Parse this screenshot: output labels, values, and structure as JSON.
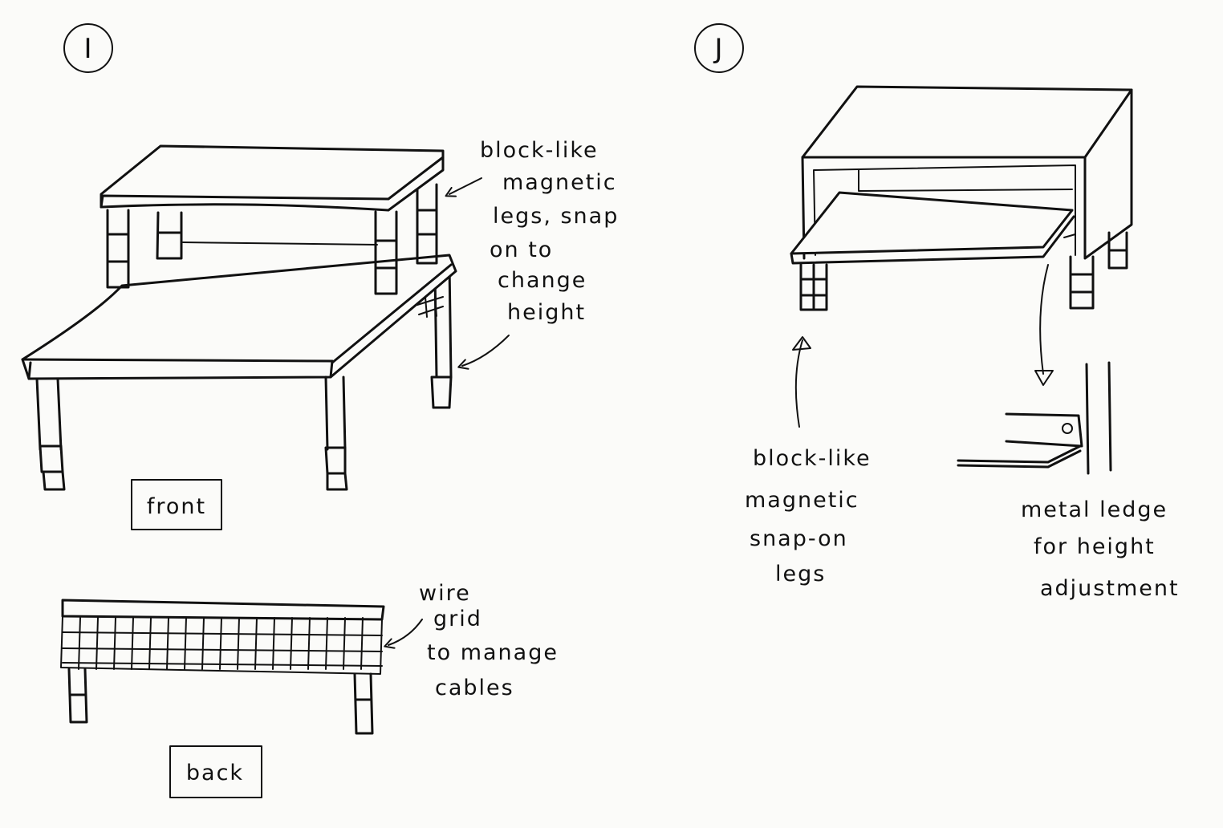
{
  "panels": {
    "i": {
      "marker": "I",
      "labels": {
        "legs_note": [
          "block-like",
          "magnetic",
          "legs, snap",
          "on to",
          "change",
          "height"
        ],
        "front_box": "front",
        "grid_note": [
          "wire",
          "grid",
          "to manage",
          "cables"
        ],
        "back_box": "back"
      }
    },
    "j": {
      "marker": "J",
      "labels": {
        "legs_note": [
          "block-like",
          "magnetic",
          "snap-on",
          "legs"
        ],
        "ledge_note": [
          "metal ledge",
          "for height",
          "adjustment"
        ]
      }
    }
  },
  "colors": {
    "ink": "#111111",
    "paper": "#fbfbf9"
  }
}
